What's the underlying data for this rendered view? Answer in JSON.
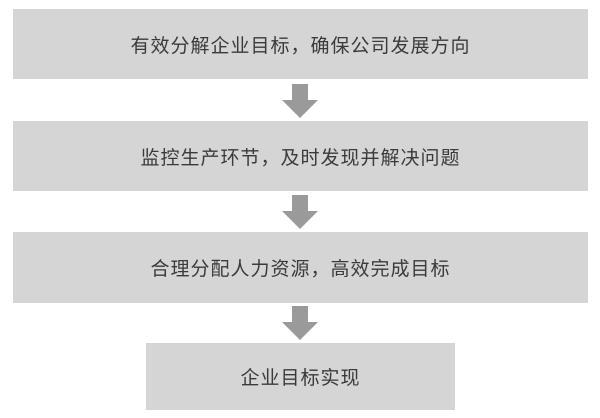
{
  "steps": [
    "有效分解企业目标，确保公司发展方向",
    "监控生产环节，及时发现并解决问题",
    "合理分配人力资源，高效完成目标",
    "企业目标实现"
  ],
  "colors": {
    "box": "#d5d5d5",
    "arrow": "#9a9a9a",
    "text": "#3a3a3a"
  }
}
